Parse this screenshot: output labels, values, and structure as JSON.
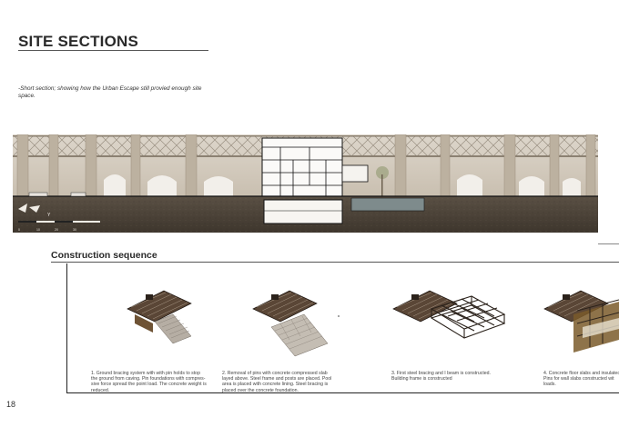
{
  "page": {
    "title": "SITE SECTIONS",
    "caption": "-Short section; showing how the Urban Escape still provied enough site space.",
    "page_number": "18"
  },
  "section_drawing": {
    "scale_label": "Y",
    "scale_ticks": [
      "0",
      "10",
      "20",
      "30"
    ]
  },
  "construction": {
    "title": "Construction sequence",
    "steps": [
      {
        "lines": [
          "1. Ground bracing system with with pin holds to stop",
          "the ground from caving. Pin foundations with compres-",
          "sive force spread the point load. The concrete weight is",
          "reduced."
        ]
      },
      {
        "lines": [
          "2. Removal of pins with concrete compressed slab",
          "layed above. Steel frame and posts are placed. Pool",
          "area is placed with concrete lining.  Steel bracing is",
          "placed over the concrete foundation."
        ]
      },
      {
        "lines": [
          "3. First steel bracing and I beam is constructed.",
          "Building frame is constructed"
        ]
      },
      {
        "lines": [
          "4. Concrete floor slabs and insulated",
          "Pins for wall slabs constructed wit",
          "loads."
        ]
      }
    ]
  },
  "colors": {
    "ground": "#4a4238",
    "viaduct": "#c9beae",
    "sky": "#e7e3dc",
    "steel": "#3b3026",
    "slab": "#b9b3aa",
    "rust": "#7a5a2a"
  }
}
